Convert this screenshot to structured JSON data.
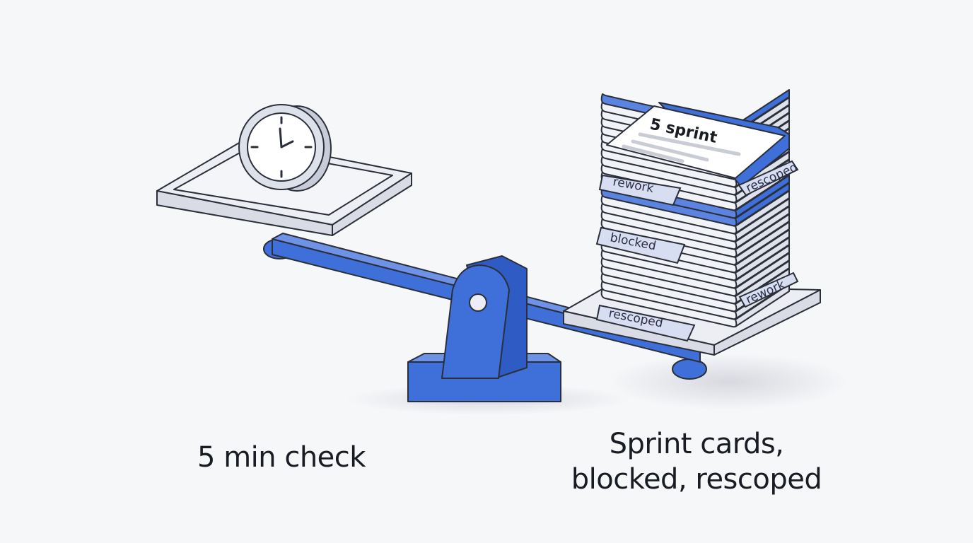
{
  "left_caption": "5 min check",
  "right_caption_line1": "Sprint cards,",
  "right_caption_line2": "blocked, rescoped",
  "top_card_title": "5 sprint",
  "card_tags": [
    "rework",
    "rescoped",
    "blocked",
    "rework",
    "rescoped"
  ],
  "colors": {
    "accent": "#3f6fd8",
    "outline": "#2b2f3a",
    "tray": "#eceef3",
    "background": "#f6f7f9"
  }
}
